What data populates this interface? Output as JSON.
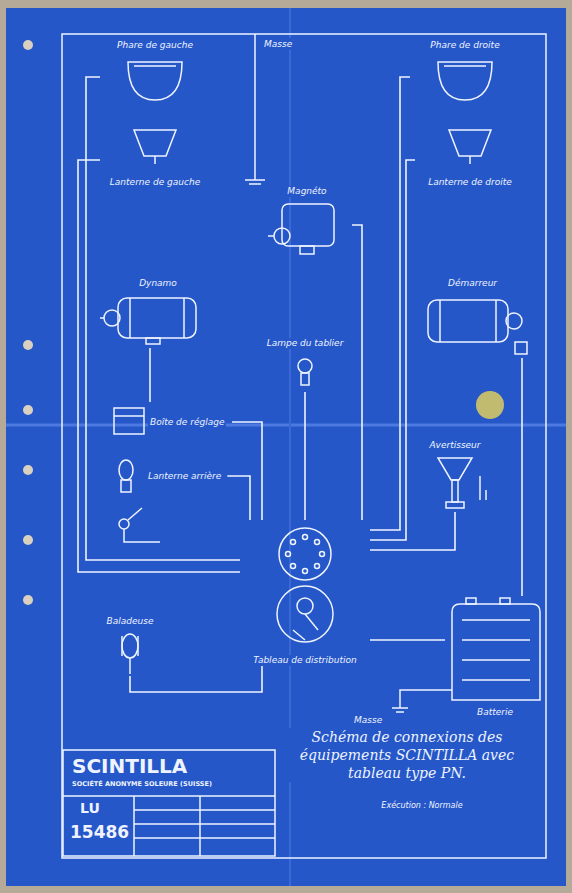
{
  "diagram": {
    "title": "Schéma de connexions des équipements SCINTILLA avec tableau type PN.",
    "nodes": [
      {
        "text": [
          "Phare de gauche"
        ]
      },
      {
        "text": [
          "Lanterne de gauche"
        ]
      },
      {
        "text": [
          "Phare de droite"
        ]
      },
      {
        "text": [
          "Lanterne de droite"
        ]
      },
      {
        "text": [
          "Magnéto"
        ]
      },
      {
        "text": [
          "Dynamo"
        ]
      },
      {
        "text": [
          "Lampe du tablier"
        ]
      },
      {
        "text": [
          "Démarreur"
        ]
      },
      {
        "text": [
          "Boîte de réglage"
        ]
      },
      {
        "text": [
          "Lanterne arrière"
        ]
      },
      {
        "text": [
          "Avertisseur"
        ]
      },
      {
        "text": [
          "Baladeuse"
        ]
      },
      {
        "text": [
          "Tableau de distribution"
        ]
      },
      {
        "text": [
          "Batterie"
        ]
      }
    ],
    "edges": [
      {
        "from": 0,
        "to": 12,
        "arrow": "none"
      },
      {
        "from": 1,
        "to": 12,
        "arrow": "none"
      },
      {
        "from": 2,
        "to": 12,
        "arrow": "none"
      },
      {
        "from": 3,
        "to": 12,
        "arrow": "none"
      },
      {
        "from": 4,
        "to": 12,
        "arrow": "none"
      },
      {
        "from": 6,
        "to": 12,
        "arrow": "none"
      },
      {
        "from": 5,
        "to": 8,
        "arrow": "none"
      },
      {
        "from": 8,
        "to": 12,
        "arrow": "none"
      },
      {
        "from": 9,
        "to": 12,
        "arrow": "none"
      },
      {
        "from": 10,
        "to": 12,
        "arrow": "none"
      },
      {
        "from": 7,
        "to": 13,
        "arrow": "none"
      },
      {
        "from": 11,
        "to": 12,
        "arrow": "none"
      },
      {
        "from": 13,
        "to": 12,
        "arrow": "none"
      }
    ],
    "labels": [
      "Masse",
      "Masse",
      "Exécution : Normale",
      "SCINTILLA",
      "SOCIÉTÉ ANONYME SOLEURE (SUISSE)",
      "LU",
      "15486"
    ]
  }
}
